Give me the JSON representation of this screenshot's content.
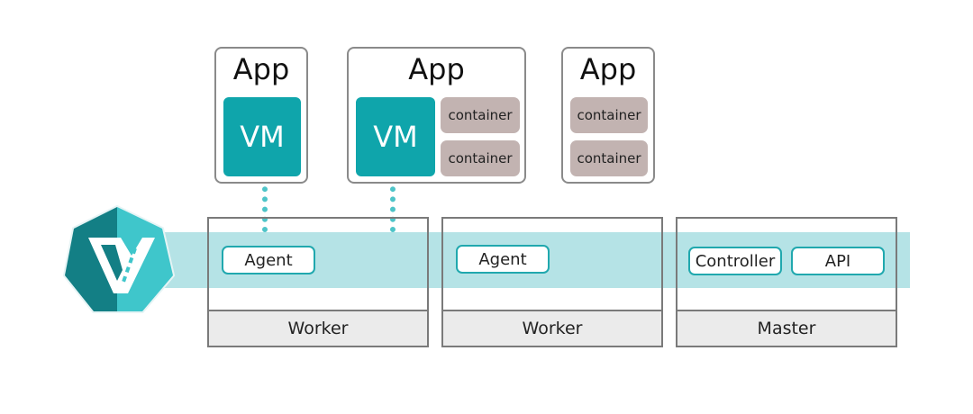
{
  "apps": [
    {
      "title": "App",
      "vm": "VM",
      "containers": []
    },
    {
      "title": "App",
      "vm": "VM",
      "containers": [
        "container",
        "container"
      ]
    },
    {
      "title": "App",
      "vm": null,
      "containers": [
        "container",
        "container"
      ]
    }
  ],
  "nodes": [
    {
      "label": "Worker",
      "components": [
        "Agent"
      ]
    },
    {
      "label": "Worker",
      "components": [
        "Agent"
      ]
    },
    {
      "label": "Master",
      "components": [
        "Controller",
        "API"
      ]
    }
  ],
  "colors": {
    "vm": "#0fa5ab",
    "container": "#c2b3b1",
    "band": "#b5e3e6",
    "accent": "#20a8ae",
    "node_footer": "#ebebeb"
  },
  "logo": {
    "icon": "kubevirt-logo-icon"
  }
}
